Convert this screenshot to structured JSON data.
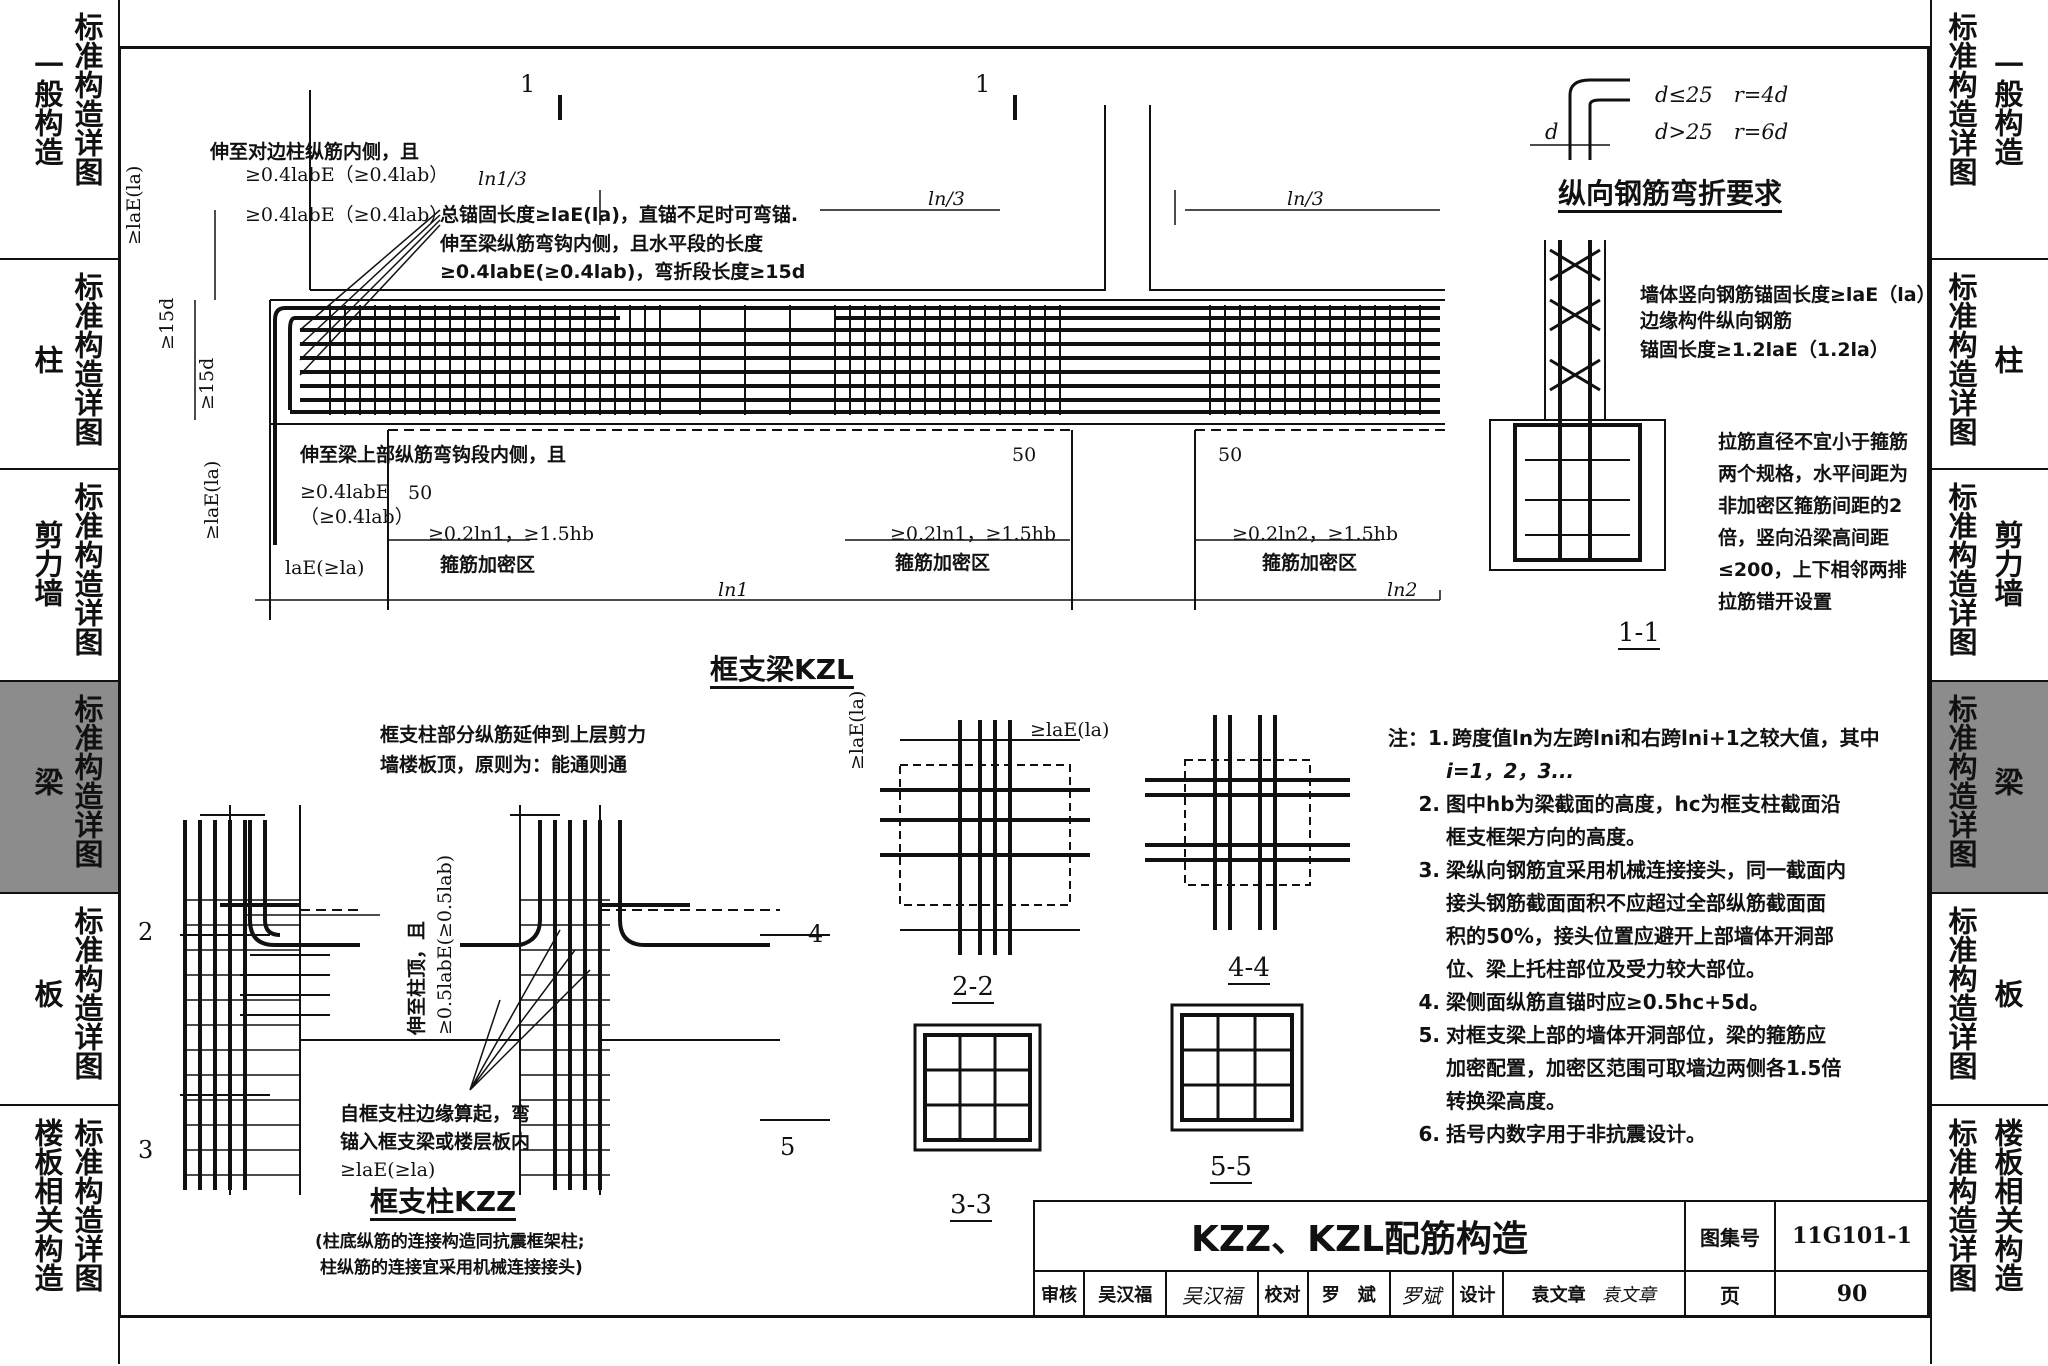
{
  "side_tabs": {
    "left": [
      {
        "category": "一般构造",
        "suffix": "标准构造详图",
        "active": false
      },
      {
        "category": "柱",
        "suffix": "标准构造详图",
        "active": false
      },
      {
        "category": "剪力墙",
        "suffix": "标准构造详图",
        "active": false
      },
      {
        "category": "梁",
        "suffix": "标准构造详图",
        "active": true
      },
      {
        "category": "板",
        "suffix": "标准构造详图",
        "active": false
      },
      {
        "category": "楼板相关构造",
        "suffix": "标准构造详图",
        "active": false
      }
    ],
    "right": [
      {
        "category": "一般构造",
        "suffix": "标准构造详图",
        "active": false
      },
      {
        "category": "柱",
        "suffix": "标准构造详图",
        "active": false
      },
      {
        "category": "剪力墙",
        "suffix": "标准构造详图",
        "active": false
      },
      {
        "category": "梁",
        "suffix": "标准构造详图",
        "active": true
      },
      {
        "category": "板",
        "suffix": "标准构造详图",
        "active": false
      },
      {
        "category": "楼板相关构造",
        "suffix": "标准构造详图",
        "active": false
      }
    ]
  },
  "beam_elevation": {
    "section_mark_1a": "1",
    "section_mark_1b": "1",
    "note_extend_opposite": "伸至对边柱纵筋内侧，且",
    "dim_04_labe_1": "≥0.4labE（≥0.4lab）",
    "dim_04_labe_2": "≥0.4labE（≥0.4lab）",
    "ln1_over_3": "ln1/3",
    "ln_over_3_a": "ln/3",
    "ln_over_3_b": "ln/3",
    "total_anchor_1": "总锚固长度≥laE(la)，直锚不足时可弯锚.",
    "total_anchor_2": "伸至梁纵筋弯钩内侧，且水平段的长度",
    "total_anchor_3": "≥0.4labE(≥0.4lab)，弯折段长度≥15d",
    "left_dim_lae": "≥laE(la)",
    "left_dim_15d_a": "≥15d",
    "left_dim_15d_b": "≥15d",
    "left_dim_lae_b": "≥laE(la)",
    "top_bar_note_1": "伸至梁上部纵筋弯钩段内侧，且",
    "top_bar_note_2": "≥0.4labE",
    "top_bar_note_3": "（≥0.4lab）",
    "dim_50_a": "50",
    "dim_50_b": "50",
    "dim_50_c": "50",
    "stirrup_zone_1": "≥0.2ln1，≥1.5hb",
    "stirrup_zone_2": "≥0.2ln1，≥1.5hb",
    "stirrup_zone_3": "≥0.2ln2，≥1.5hb",
    "stirrup_dense": "箍筋加密区",
    "lae_bottom": "laE(≥la)",
    "ln1": "ln1",
    "ln2": "ln2",
    "title": "框支梁KZL"
  },
  "bend_req": {
    "d_le_25": "d≤25　r=4d",
    "d_gt_25": "d>25　r=6d",
    "d": "d",
    "title": "纵向钢筋弯折要求"
  },
  "section_1_1": {
    "wall_anchor": "墙体竖向钢筋锚固长度≥laE（la）",
    "edge_member_1": "边缘构件纵向钢筋",
    "edge_member_2": "锚固长度≥1.2laE（1.2la）",
    "tie_note": [
      "拉筋直径不宜小于箍筋",
      "两个规格，水平间距为",
      "非加密区箍筋间距的2",
      "倍，竖向沿梁高间距",
      "≤200，上下相邻两排",
      "拉筋错开设置"
    ],
    "label": "1-1"
  },
  "column_kzz": {
    "note_1": "框支柱部分纵筋延伸到上层剪力",
    "note_2": "墙楼板顶，原则为：能通则通",
    "vert_dim_1": "伸至柱顶，且",
    "vert_dim_2": "≥0.5labE(≥0.5lab)",
    "edge_note": [
      "自框支柱边缘算起，弯",
      "锚入框支梁或楼层板内",
      "≥laE(≥la)"
    ],
    "mark_2": "2",
    "mark_3": "3",
    "mark_4": "4",
    "mark_5": "5",
    "title": "框支柱KZZ",
    "subtitle_1": "(柱底纵筋的连接构造同抗震框架柱;",
    "subtitle_2": "柱纵筋的连接宜采用机械连接接头)"
  },
  "joints": {
    "lae_top": "≥laE(la)",
    "lae_side": "≥laE(la)",
    "label_2_2": "2-2",
    "label_4_4": "4-4",
    "label_3_3": "3-3",
    "label_5_5": "5-5"
  },
  "notes": {
    "lead": "注：",
    "items": [
      {
        "num": "1.",
        "lines": [
          "跨度值ln为左跨lni和右跨lni+1之较大值，其中",
          "i=1，2，3..."
        ]
      },
      {
        "num": "2.",
        "lines": [
          "图中hb为梁截面的高度，hc为框支柱截面沿",
          "框支框架方向的高度。"
        ]
      },
      {
        "num": "3.",
        "lines": [
          "梁纵向钢筋宜采用机械连接接头，同一截面内",
          "接头钢筋截面面积不应超过全部纵筋截面面",
          "积的50%，接头位置应避开上部墙体开洞部",
          "位、梁上托柱部位及受力较大部位。"
        ]
      },
      {
        "num": "4.",
        "lines": [
          "梁侧面纵筋直锚时应≥0.5hc+5d。"
        ]
      },
      {
        "num": "5.",
        "lines": [
          "对框支梁上部的墙体开洞部位，梁的箍筋应",
          "加密配置，加密区范围可取墙边两侧各1.5倍",
          "转换梁高度。"
        ]
      },
      {
        "num": "6.",
        "lines": [
          "括号内数字用于非抗震设计。"
        ]
      }
    ]
  },
  "title_block": {
    "title": "KZZ、KZL配筋构造",
    "atlas_label": "图集号",
    "atlas_no": "11G101-1",
    "review_label": "审核",
    "reviewer": "吴汉福",
    "review_sign": "吴汉福",
    "check_label": "校对",
    "checker": "罗　斌",
    "check_sign": "罗斌",
    "design_label": "设计",
    "designer": "袁文章",
    "design_sign": "袁文章",
    "page_label": "页",
    "page_no": "90"
  }
}
